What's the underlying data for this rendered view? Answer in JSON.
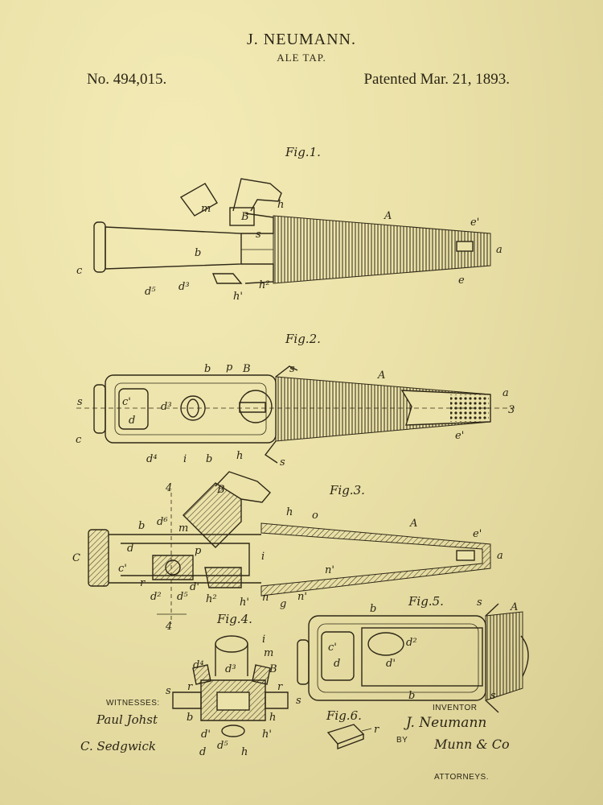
{
  "header": {
    "inventor": "J. NEUMANN.",
    "title": "ALE TAP.",
    "patent_no": "No. 494,015.",
    "patent_date": "Patented Mar. 21, 1893."
  },
  "figures": {
    "fig1": "Fig.1.",
    "fig2": "Fig.2.",
    "fig3": "Fig.3.",
    "fig4": "Fig.4.",
    "fig5": "Fig.5.",
    "fig6": "Fig.6."
  },
  "footer": {
    "witnesses_label": "WITNESSES:",
    "witness_1": "Paul Johst",
    "witness_2": "C. Sedgwick",
    "inventor_label": "INVENTOR",
    "inventor_signature": "J. Neumann",
    "by_label": "BY",
    "agent_signature": "Munn & Co",
    "attorneys_label": "ATTORNEYS."
  },
  "ref_letters": {
    "A": "A",
    "B": "B",
    "a": "a",
    "b": "b",
    "c": "c",
    "C": "C",
    "e": "e",
    "e1": "e'",
    "h": "h",
    "h1": "h'",
    "h2": "h²",
    "m": "m",
    "s": "s",
    "d": "d",
    "d1": "d'",
    "d2": "d²",
    "d3": "d³",
    "d4": "d⁴",
    "d5": "d⁵",
    "d6": "d⁶",
    "c1": "c'",
    "p": "p",
    "i": "i",
    "o": "o",
    "n": "n",
    "n1": "n'",
    "g": "g",
    "r": "r",
    "four": "4",
    "three": "3"
  },
  "colors": {
    "paper": "#ebe2a9",
    "ink": "#2f2816"
  }
}
